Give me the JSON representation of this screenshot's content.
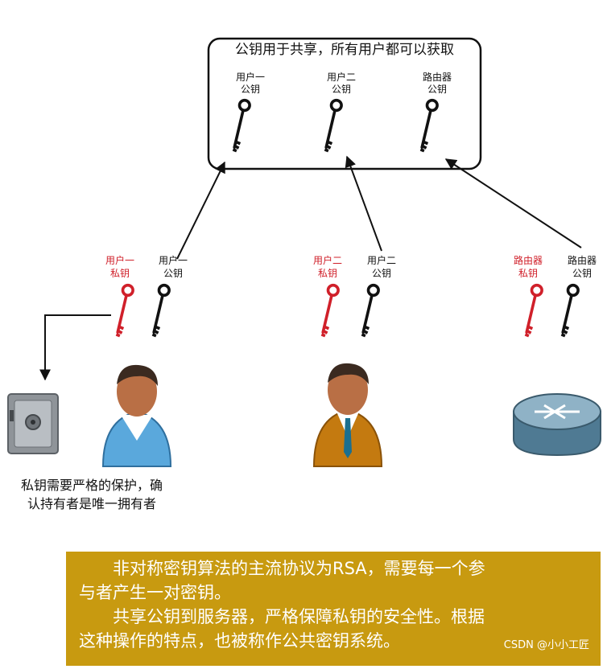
{
  "share_box": {
    "title": "公钥用于共享，所有用户都可以获取",
    "keys": [
      {
        "line1": "用户一",
        "line2": "公钥"
      },
      {
        "line1": "用户二",
        "line2": "公钥"
      },
      {
        "line1": "路由器",
        "line2": "公钥"
      }
    ]
  },
  "parties": [
    {
      "private_line1": "用户一",
      "private_line2": "私钥",
      "public_line1": "用户一",
      "public_line2": "公钥"
    },
    {
      "private_line1": "用户二",
      "private_line2": "私钥",
      "public_line1": "用户二",
      "public_line2": "公钥"
    },
    {
      "private_line1": "路由器",
      "private_line2": "私钥",
      "public_line1": "路由器",
      "public_line2": "公钥"
    }
  ],
  "safe_note": {
    "line1": "私钥需要严格的保护，确",
    "line2": "认持有者是唯一拥有者"
  },
  "banner": {
    "line1": "非对称密钥算法的主流协议为RSA，需要每一个参",
    "line2": "与者产生一对密钥。",
    "line3": "共享公钥到服务器，严格保障私钥的安全性。根据",
    "line4": "这种操作的特点，也被称作公共密钥系统。"
  },
  "watermark": "CSDN @小小工匠",
  "colors": {
    "private_key": "#d0202a",
    "public_key": "#111111",
    "banner_bg": "#c89a10",
    "user1_shirt": "#5aa8dc",
    "user2_jacket": "#c47a10"
  }
}
